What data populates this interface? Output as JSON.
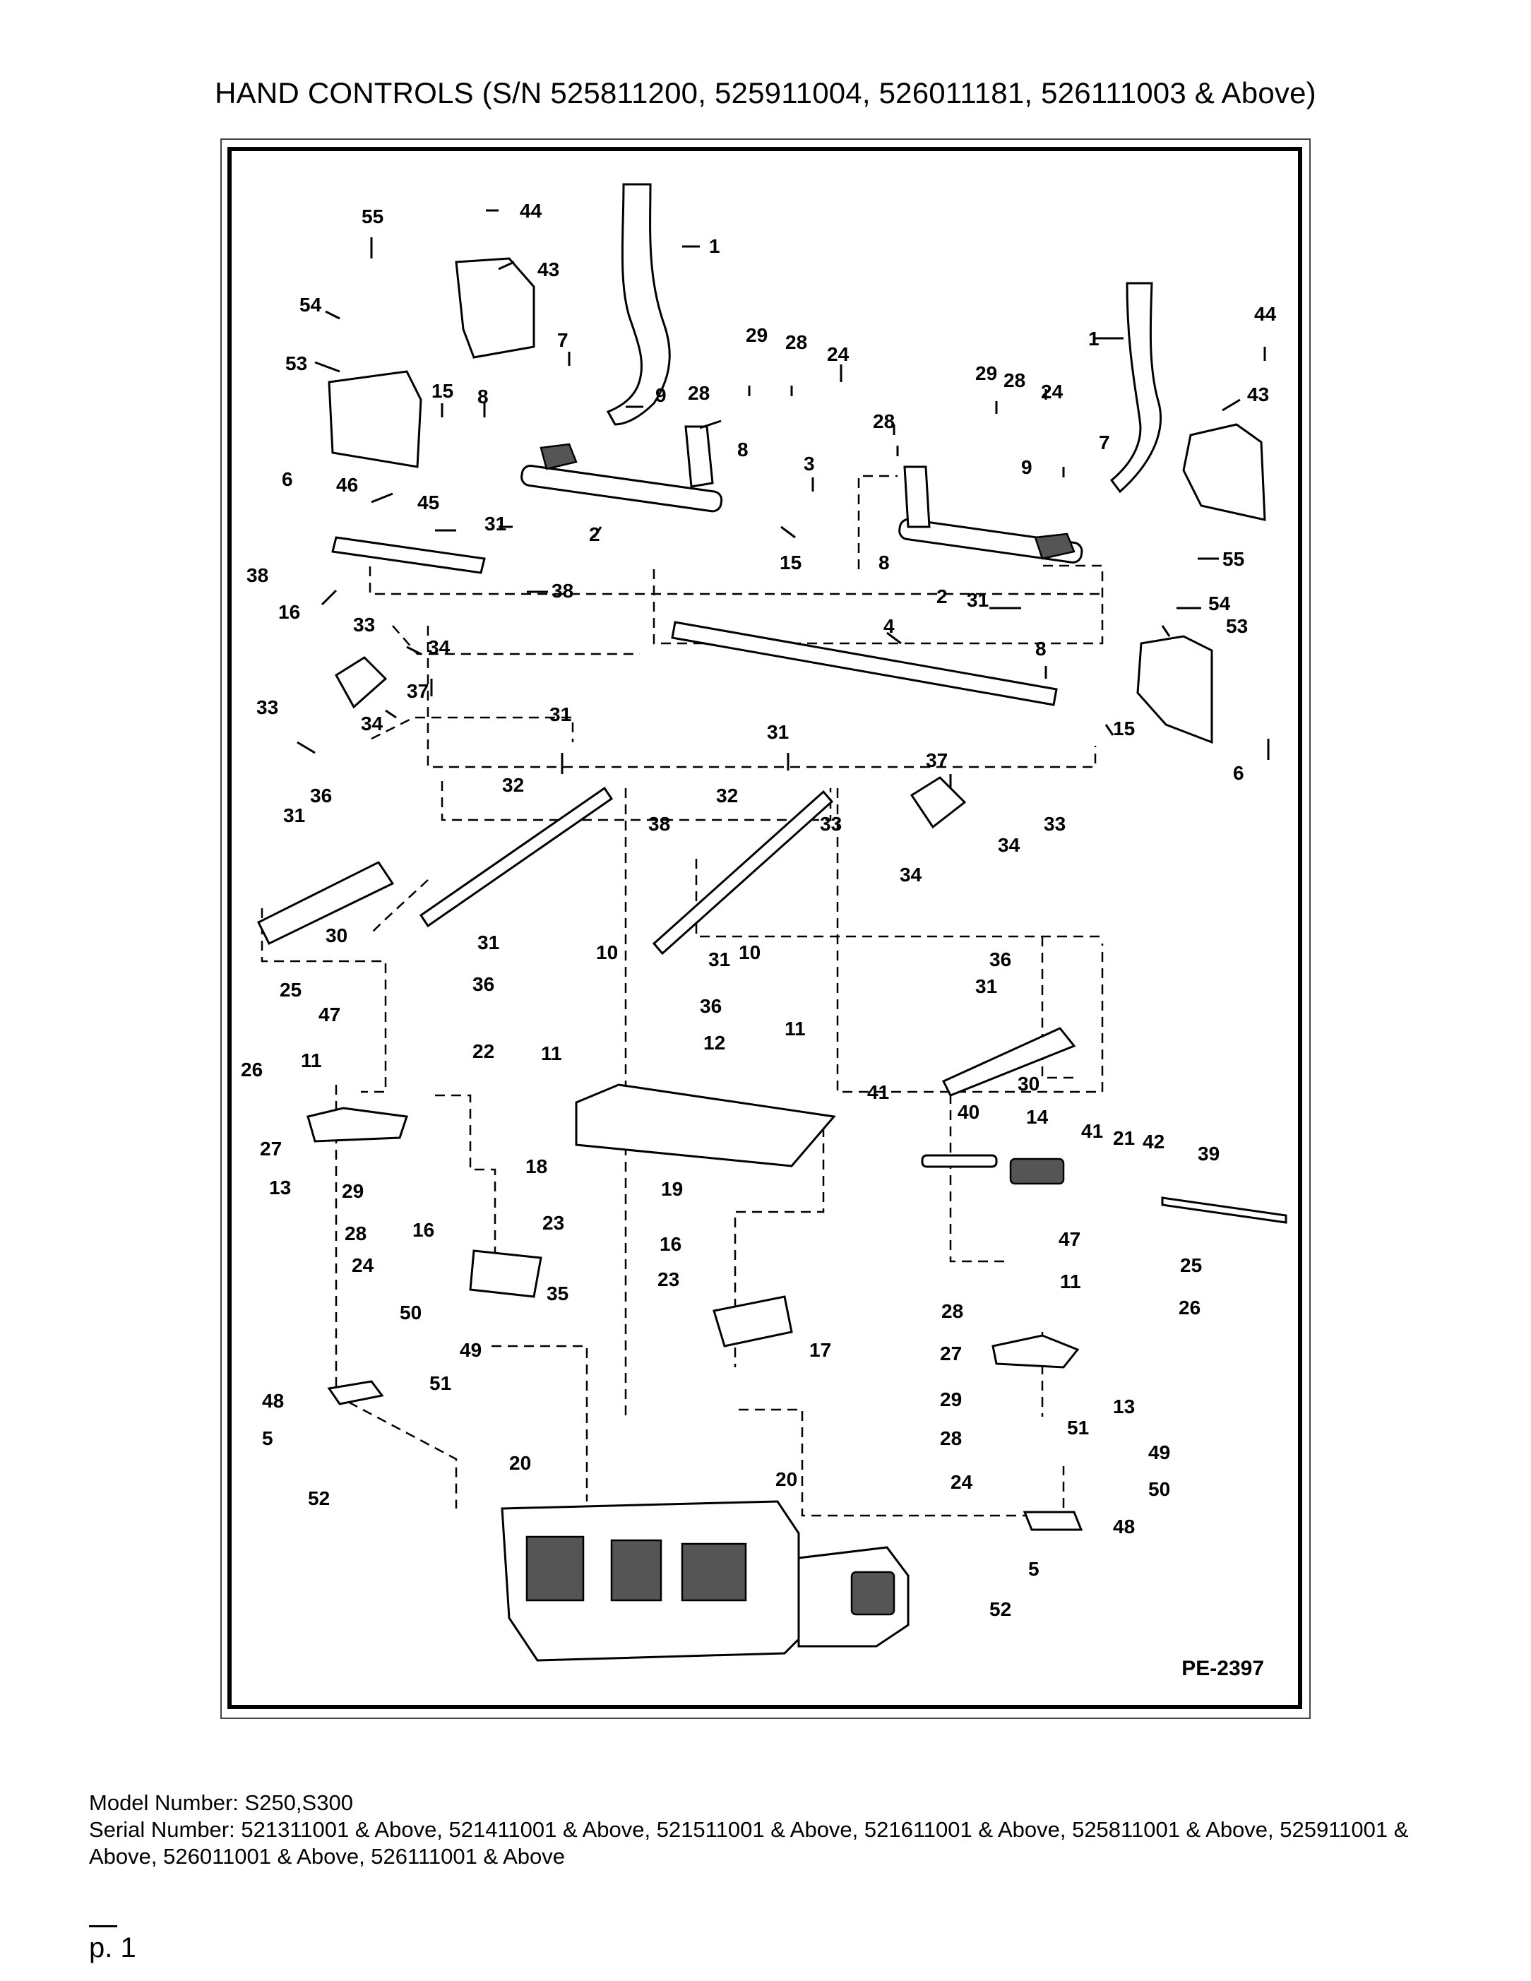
{
  "title": "HAND CONTROLS (S/N 525811200, 525911004, 526011181, 526111003 & Above)",
  "drawing_number": "PE-2397",
  "callouts": {
    "c55a": "55",
    "c44a": "44",
    "c1a": "1",
    "c43a": "43",
    "c54a": "54",
    "c7a": "7",
    "c53a": "53",
    "c15a": "15",
    "c8a": "8",
    "c9a": "9",
    "c28a": "28",
    "c29a": "29",
    "c28b": "28",
    "c24a": "24",
    "c1b": "1",
    "c44b": "44",
    "c6a": "6",
    "c46": "46",
    "c45": "45",
    "c31a": "31",
    "c2a": "2",
    "c8b": "8",
    "c3": "3",
    "c15b": "15",
    "c29b": "29",
    "c28c": "28",
    "c24b": "24",
    "c43b": "43",
    "c28d": "28",
    "c7b": "7",
    "c9b": "9",
    "c8c": "8",
    "c38a": "38",
    "c38b": "38",
    "c16a": "16",
    "c55b": "55",
    "c54b": "54",
    "c2b": "2",
    "c31b": "31",
    "c53b": "53",
    "c33a": "33",
    "c34a": "34",
    "c4": "4",
    "c8d": "8",
    "c15c": "15",
    "c37a": "37",
    "c33b": "33",
    "c34b": "34",
    "c6b": "6",
    "c31c": "31",
    "c31d": "31",
    "c37b": "37",
    "c36a": "36",
    "c31e": "31",
    "c32a": "32",
    "c32b": "32",
    "c38c": "38",
    "c33c": "33",
    "c34c": "34",
    "c33d": "33",
    "c34d": "34",
    "c30a": "30",
    "c31f": "31",
    "c36b": "36",
    "c10a": "10",
    "c31g": "31",
    "c10b": "10",
    "c36c": "36",
    "c36d": "36",
    "c31h": "31",
    "c25a": "25",
    "c47a": "47",
    "c26a": "26",
    "c11a": "11",
    "c11b": "11",
    "c12": "12",
    "c11c": "11",
    "c22": "22",
    "c30b": "30",
    "c41a": "41",
    "c27a": "27",
    "c40": "40",
    "c14": "14",
    "c41b": "41",
    "c21": "21",
    "c42": "42",
    "c39": "39",
    "c18": "18",
    "c13a": "13",
    "c29c": "29",
    "c19": "19",
    "c28e": "28",
    "c23a": "23",
    "c16b": "16",
    "c16c": "16",
    "c24c": "24",
    "c47b": "47",
    "c25b": "25",
    "c23b": "23",
    "c11d": "11",
    "c35": "35",
    "c28f": "28",
    "c26b": "26",
    "c50a": "50",
    "c17": "17",
    "c27b": "27",
    "c49a": "49",
    "c51a": "51",
    "c48a": "48",
    "c29d": "29",
    "c13b": "13",
    "c5a": "5",
    "c28g": "28",
    "c51b": "51",
    "c20a": "20",
    "c20b": "20",
    "c49b": "49",
    "c24d": "24",
    "c52a": "52",
    "c50b": "50",
    "c48b": "48",
    "c5b": "5",
    "c52b": "52"
  },
  "footer": {
    "model_line": "Model Number: S250,S300",
    "serial_line": "Serial Number: 521311001 & Above, 521411001 & Above, 521511001 & Above, 521611001 & Above, 525811001 & Above, 525911001 & Above, 526011001 & Above, 526111001 & Above",
    "page_label": "p. 1"
  }
}
